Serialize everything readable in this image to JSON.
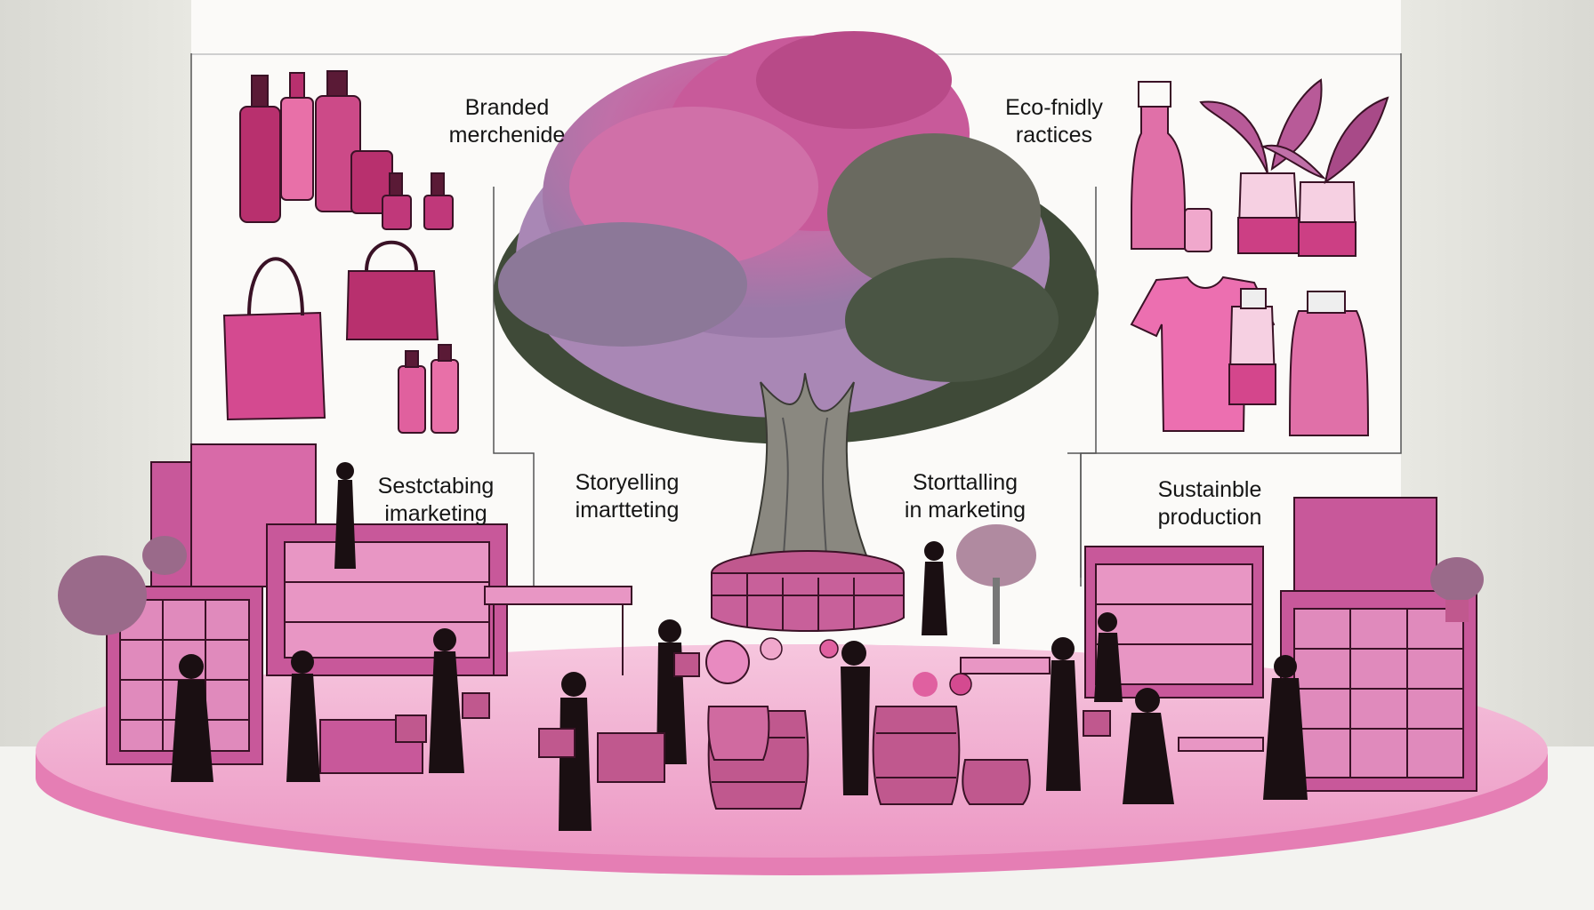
{
  "labels": {
    "branded": {
      "line1": "Branded",
      "line2": "merchenide"
    },
    "eco": {
      "line1": "Eco-fnidly",
      "line2": "ractices"
    },
    "sestctabing": {
      "line1": "Sestctabing",
      "line2": "imarketing"
    },
    "storyelling": {
      "line1": "Storyelling",
      "line2": "imartteting"
    },
    "storttalling": {
      "line1": "Storttalling",
      "line2": "in marketing"
    },
    "sustainable": {
      "line1": "Sustainble",
      "line2": "production"
    }
  },
  "colors": {
    "magenta": "#b8306e",
    "pink": "#e060a0",
    "light_pink": "#f0a8cc",
    "platform": "#f4b8d6",
    "silhouette": "#1a0f12",
    "foliage_pink": "#c85a9a",
    "foliage_lavender": "#a987b5",
    "foliage_green": "#3f4a38",
    "trunk": "#8a8880"
  }
}
